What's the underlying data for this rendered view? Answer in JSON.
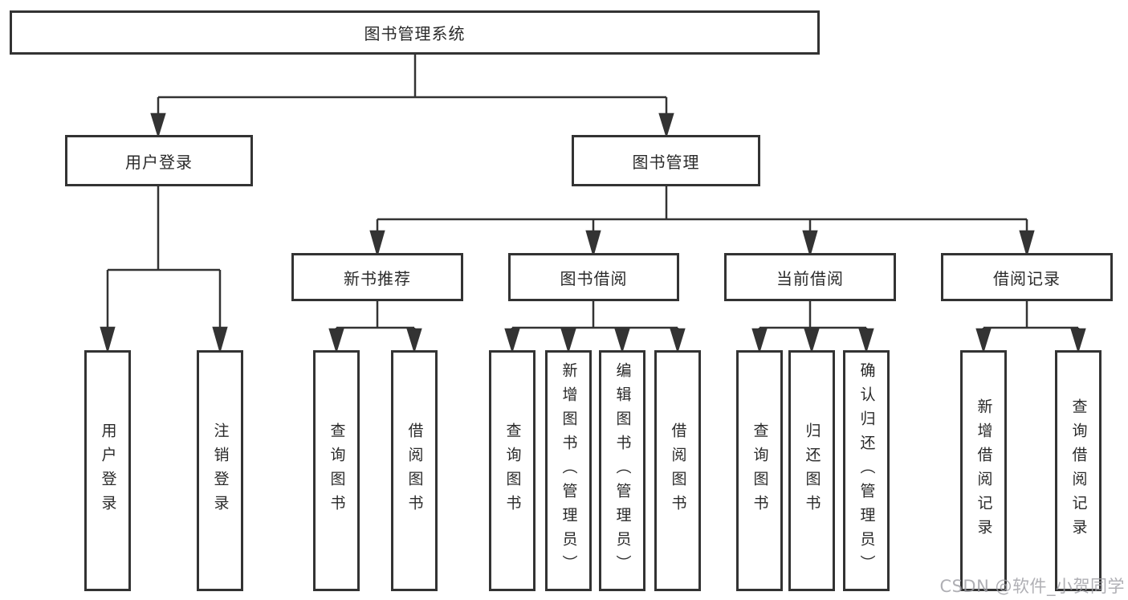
{
  "title": "图书管理系统",
  "watermark": "CSDN @软件_小贺同学",
  "colors": {
    "line": "#333333",
    "text": "#2a2a2a",
    "background": "#ffffff",
    "watermark": "#9e9ea4"
  },
  "root": {
    "label": "图书管理系统"
  },
  "level2": [
    {
      "id": "user-login",
      "label": "用户登录",
      "parent": "图书管理系统"
    },
    {
      "id": "book-management",
      "label": "图书管理",
      "parent": "图书管理系统"
    }
  ],
  "level3": [
    {
      "id": "new-book-recommend",
      "label": "新书推荐",
      "parent": "图书管理"
    },
    {
      "id": "book-borrow",
      "label": "图书借阅",
      "parent": "图书管理"
    },
    {
      "id": "current-borrow",
      "label": "当前借阅",
      "parent": "图书管理"
    },
    {
      "id": "borrow-records",
      "label": "借阅记录",
      "parent": "图书管理"
    }
  ],
  "leaves": [
    {
      "id": "user-login-leaf",
      "label": "用户登录",
      "parent": "用户登录"
    },
    {
      "id": "logout",
      "label": "注销登录",
      "parent": "用户登录"
    },
    {
      "id": "query-books-recommend",
      "label": "查询图书",
      "parent": "新书推荐"
    },
    {
      "id": "borrow-books-recommend",
      "label": "借阅图书",
      "parent": "新书推荐"
    },
    {
      "id": "query-books-borrow",
      "label": "查询图书",
      "parent": "图书借阅"
    },
    {
      "id": "add-books-admin",
      "label": "新增图书（管理员）",
      "parent": "图书借阅"
    },
    {
      "id": "edit-books-admin",
      "label": "编辑图书（管理员）",
      "parent": "图书借阅"
    },
    {
      "id": "borrow-books",
      "label": "借阅图书",
      "parent": "图书借阅"
    },
    {
      "id": "query-books-current",
      "label": "查询图书",
      "parent": "当前借阅"
    },
    {
      "id": "return-books",
      "label": "归还图书",
      "parent": "当前借阅"
    },
    {
      "id": "confirm-return-admin",
      "label": "确认归还（管理员）",
      "parent": "当前借阅"
    },
    {
      "id": "add-borrow-record",
      "label": "新增借阅记录",
      "parent": "借阅记录"
    },
    {
      "id": "query-borrow-record",
      "label": "查询借阅记录",
      "parent": "借阅记录"
    }
  ]
}
